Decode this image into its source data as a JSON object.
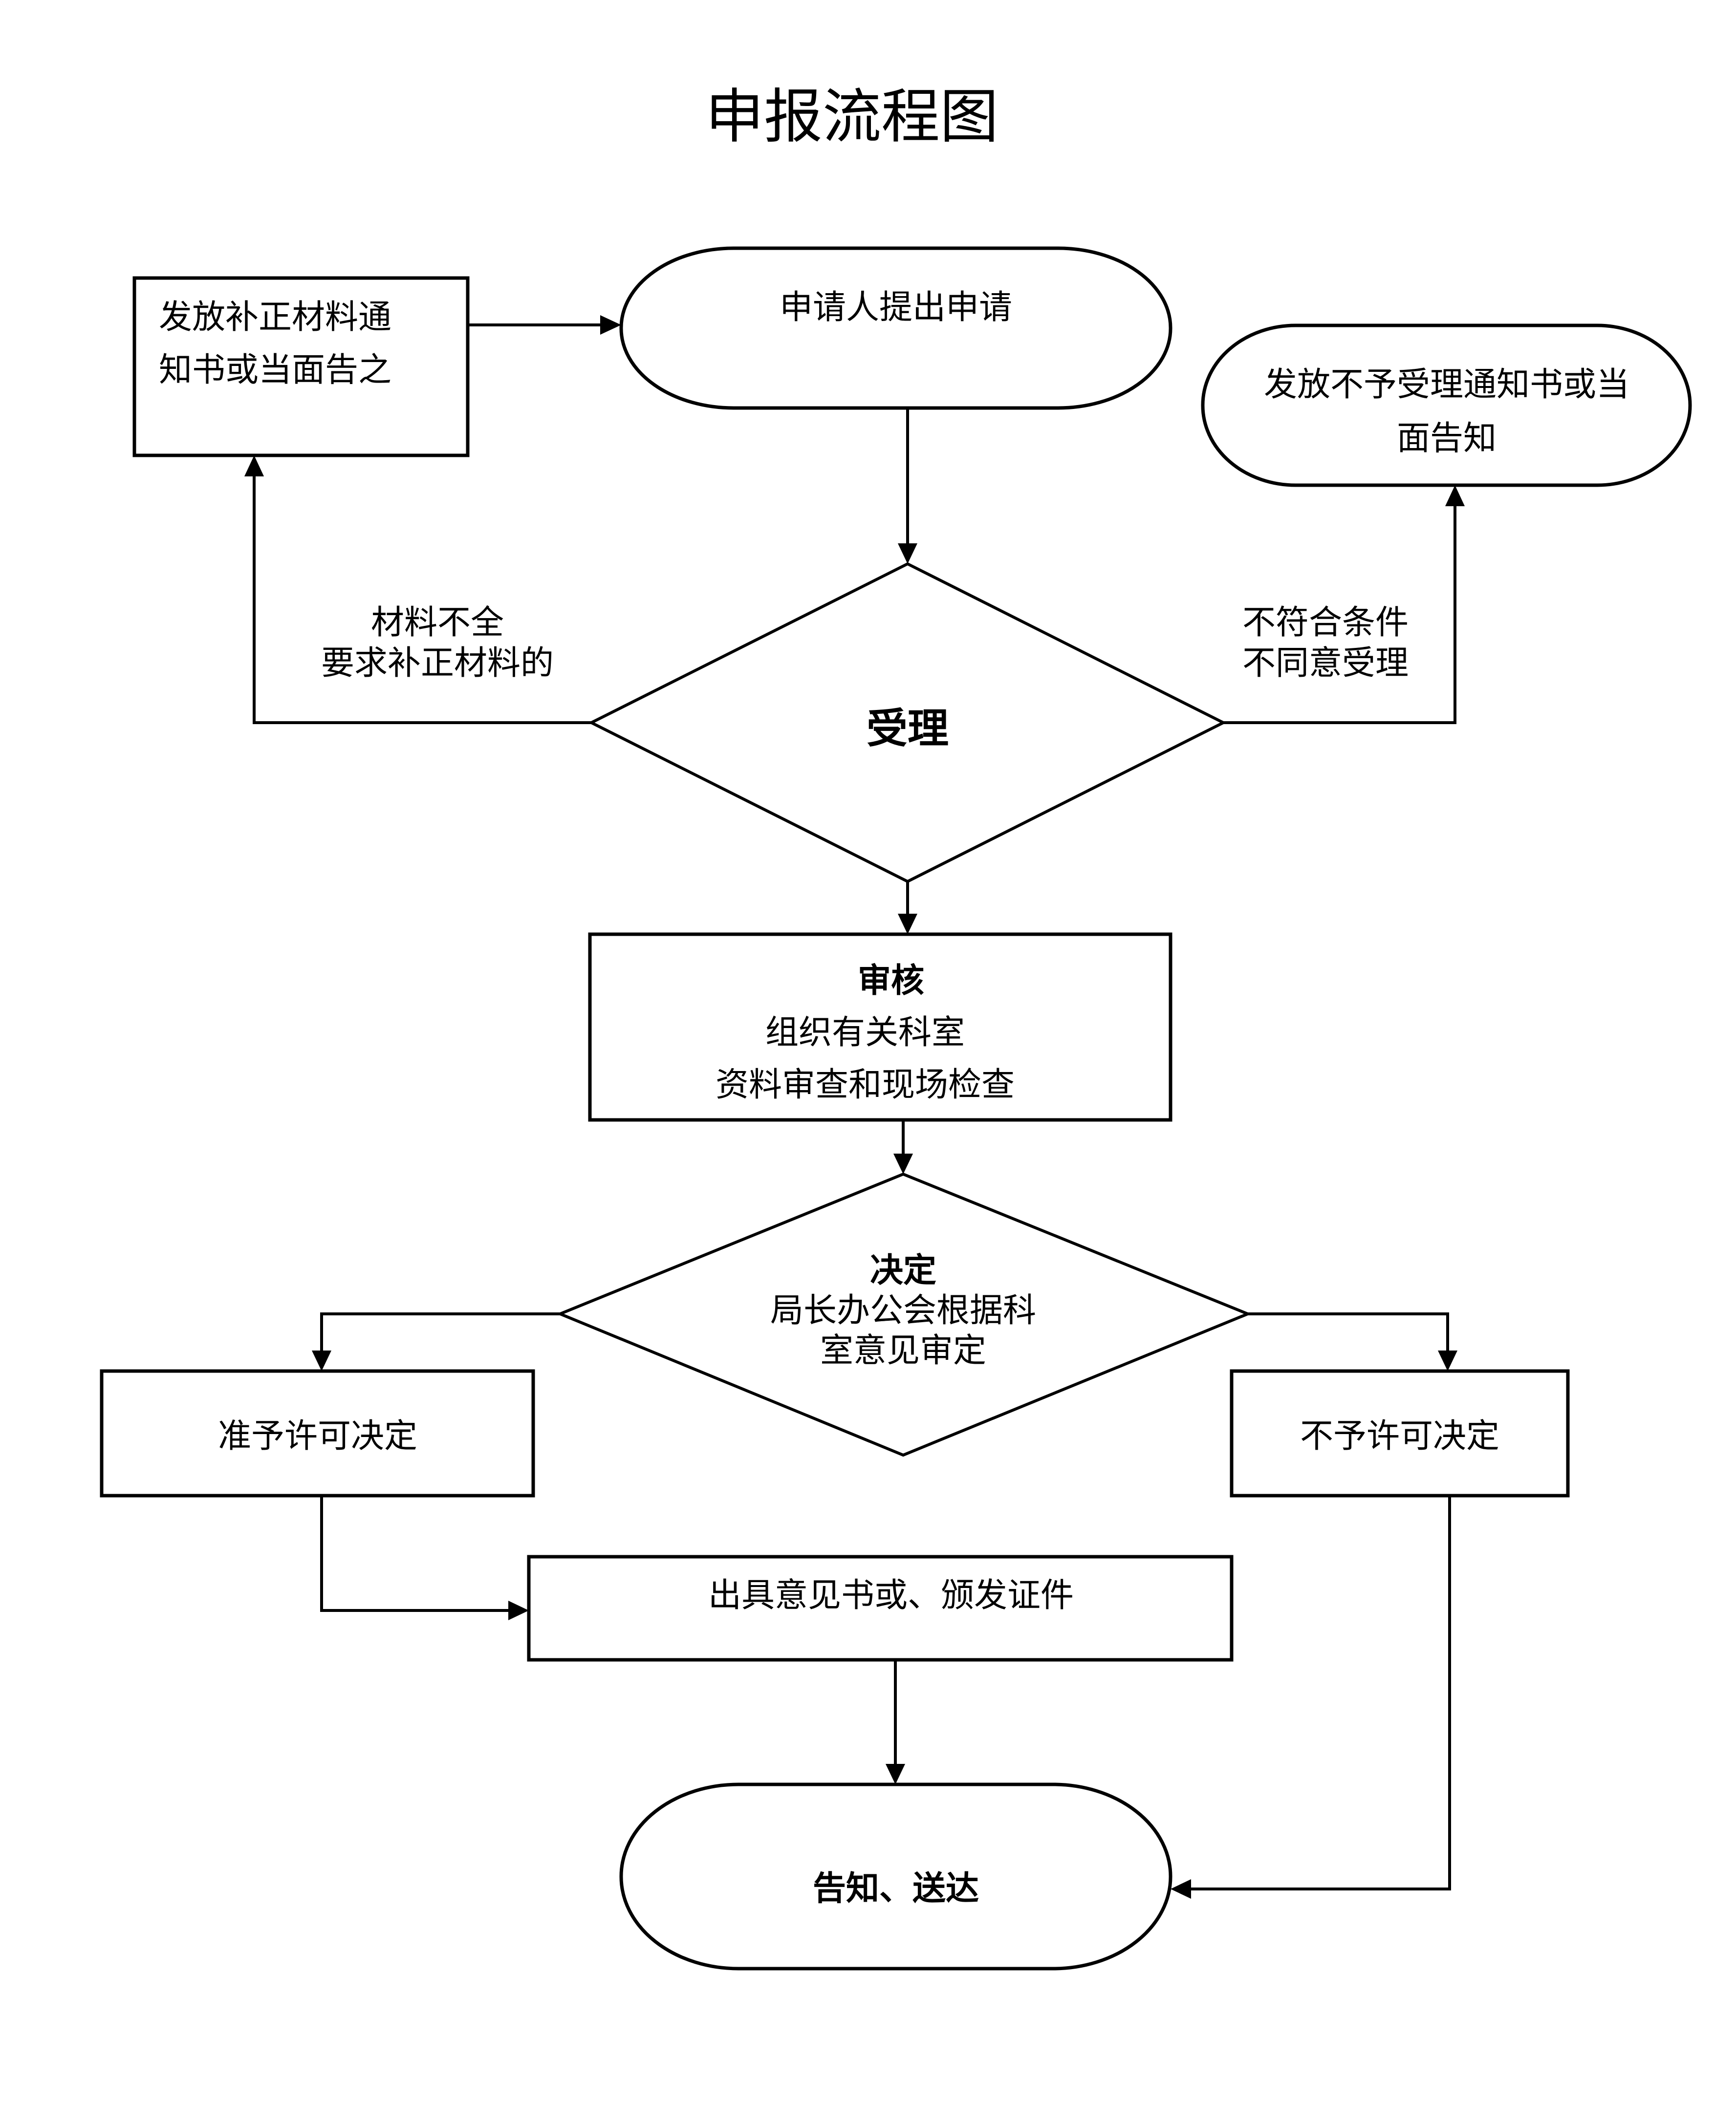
{
  "title": "申报流程图",
  "nodes": {
    "start": {
      "label": "申请人提出申请"
    },
    "supplement_notice": {
      "lines": [
        "发放补正材料通",
        "知书或当面告之"
      ]
    },
    "reject_notice": {
      "lines": [
        "发放不予受理通知书或当",
        "面告知"
      ]
    },
    "acceptance": {
      "label": "受理"
    },
    "review": {
      "heading": "审核",
      "lines": [
        "组织有关科室",
        "资料审查和现场检查"
      ]
    },
    "decision": {
      "heading": "决定",
      "lines": [
        "局长办公会根据科",
        "室意见审定"
      ]
    },
    "approve": {
      "label": "准予许可决定"
    },
    "deny": {
      "label": "不予许可决定"
    },
    "issue": {
      "label": "出具意见书或、颁发证件"
    },
    "end": {
      "label": "告知、送达"
    }
  },
  "edges": {
    "incomplete": {
      "lines": [
        "材料不全",
        "要求补正材料的"
      ]
    },
    "not_eligible": {
      "lines": [
        "不符合条件",
        "不同意受理"
      ]
    }
  }
}
